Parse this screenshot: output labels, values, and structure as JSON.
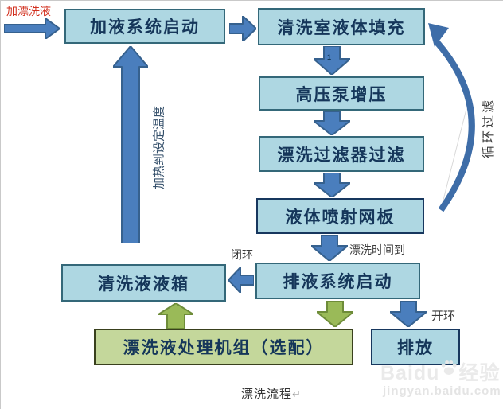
{
  "boxes": {
    "feed_system": "加液系统启动",
    "chamber_fill": "清洗室液体填充",
    "pump": "高压泵增压",
    "filter": "漂洗过滤器过滤",
    "spray_plate": "液体喷射网板",
    "drain_system": "排液系统启动",
    "tank": "清洗液液箱",
    "treatment_unit": "漂洗液处理机组（选配）",
    "discharge": "排放"
  },
  "labels": {
    "add_rinse_liquid": "加漂洗液",
    "heat_to_set_temp": "加热到设定温度",
    "circulation_filter": "循环过滤",
    "rinse_time_up": "漂洗时间到",
    "closed_loop": "闭环",
    "open_loop": "开环",
    "step_number": "1"
  },
  "caption": {
    "text": "漂洗流程",
    "mark": "↵"
  },
  "watermark": {
    "brand_latin": "Baidu",
    "brand_cn": "经验",
    "url": "jingyan.baidu.com"
  },
  "colors": {
    "box_fill": "#aed7e2",
    "box_border": "#346879",
    "dark_border": "#17375e",
    "green_fill": "#c4d79b",
    "arrow_blue": "#4a7ebd",
    "arrow_green": "#9aba58",
    "text_navy": "#15365a",
    "label_red": "#d22f1e"
  }
}
